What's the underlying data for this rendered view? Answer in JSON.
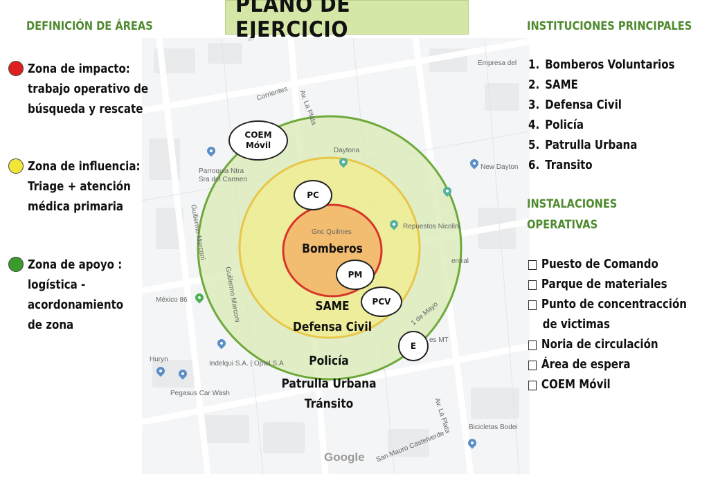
{
  "title": "PLANO DE EJERCICIO",
  "left": {
    "heading": "DEFINICIÓN DE ÁREAS",
    "zones": [
      {
        "color": "#e02020",
        "lines": [
          "Zona de impacto:",
          "trabajo operativo de",
          "búsqueda y rescate"
        ]
      },
      {
        "color": "#f2e53a",
        "lines": [
          "Zona de influencia:",
          "Triage + atención",
          "médica primaria"
        ]
      },
      {
        "color": "#3a9a2a",
        "lines": [
          "Zona de apoyo :",
          "logística -",
          "acordonamiento",
          "de zona"
        ]
      }
    ]
  },
  "right": {
    "institutions_heading": "INSTITUCIONES PRINCIPALES",
    "institutions": [
      {
        "num": "1.",
        "label": "Bomberos Voluntarios"
      },
      {
        "num": "2.",
        "label": "SAME"
      },
      {
        "num": "3.",
        "label": "Defensa Civil"
      },
      {
        "num": "4.",
        "label": "Policía"
      },
      {
        "num": "5.",
        "label": "Patrulla Urbana"
      },
      {
        "num": "6.",
        "label": "Transito"
      }
    ],
    "installations_heading_1": "INSTALACIONES",
    "installations_heading_2": "OPERATIVAS",
    "installations": [
      "Puesto de Comando",
      "Parque de materiales",
      "Punto de concentracción",
      "de victimas",
      "Noria de circulación",
      "Área de espera",
      "COEM Móvil"
    ]
  },
  "map": {
    "labels": {
      "corrientes": "Corrientes",
      "av_la_plata_top": "Av. La Plata",
      "av_la_plata_bottom": "Av. La Plata",
      "empresa": "Empresa del",
      "daytona": "Daytona",
      "new_dayton": "New Dayton",
      "parroquia": "Parroquia Ntra\nSra del Carmen",
      "gnc": "Gnc Quilmes",
      "repuestos": "Repuestos Nicolini",
      "mexico": "México 86",
      "indelqui": "Indelqui S.A. | Optel S.A",
      "huryn": "Huryn",
      "pegasus": "Pegasus Car Wash",
      "bicicletas": "Bicicletas Bodei",
      "san_mauro": "San Mauro Castelverde",
      "mt": "es MT",
      "entral": "entral",
      "mayo": "1 de Mayo",
      "guillermo_1": "Guillermo Marconi",
      "guillermo_2": "Guillermo Marconi",
      "google": "Google"
    },
    "markers": {
      "coem": [
        "COEM",
        "Móvil"
      ],
      "pc": "PC",
      "pm": "PM",
      "pcv": "PCV",
      "e": "E"
    },
    "zone_texts": {
      "impact": "Bomberos",
      "influence_1": "SAME",
      "influence_2": "Defensa Civil",
      "support_1": "Policía",
      "support_2": "Patrulla Urbana",
      "support_3": "Tránsito"
    },
    "colors": {
      "outer_fill": "#d9e9b4",
      "outer_stroke": "#6ea93a",
      "middle_fill": "#f1ec8c",
      "middle_stroke": "#e8c64a",
      "inner_fill": "#f2b46a",
      "inner_stroke": "#d7342a"
    }
  }
}
